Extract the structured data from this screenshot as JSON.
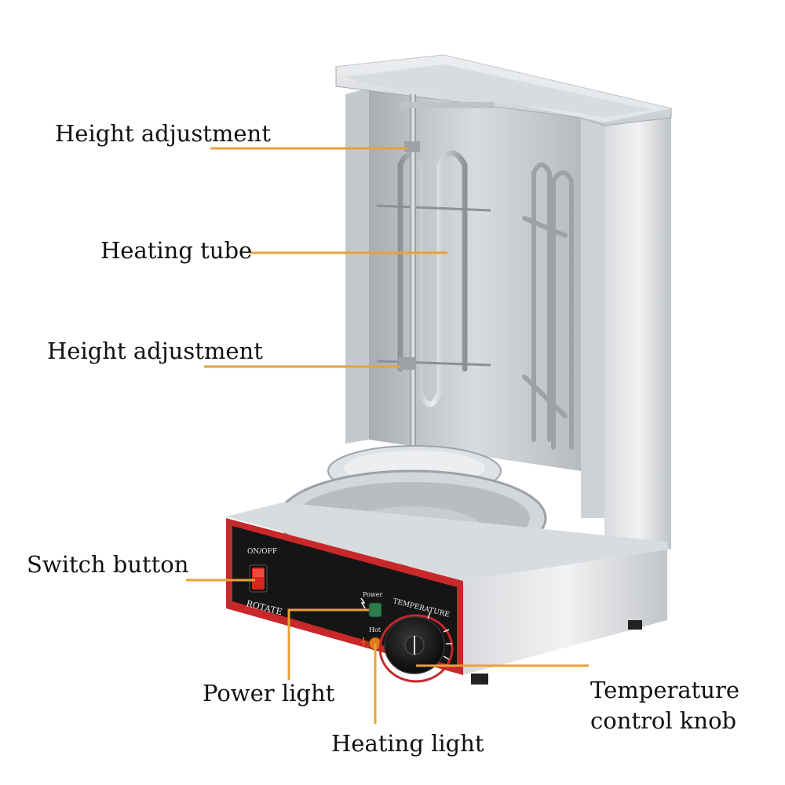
{
  "labels": {
    "height_adjustment_top": "Height adjustment",
    "heating_tube": "Heating tube",
    "height_adjustment_mid": "Height adjustment",
    "switch_button": "Switch button",
    "power_light": "Power light",
    "heating_light": "Heating light",
    "temperature_control_knob": "Temperature control knob"
  },
  "panel": {
    "on_off": "ON/OFF",
    "rotate": "ROTATE",
    "power": "Power",
    "temperature": "TEMPERATURE",
    "hot": "Hot"
  },
  "colors": {
    "leader_line": "#E8A13A",
    "steel_light": "#E3E4E6",
    "steel_dark": "#9A9DA1",
    "panel_black": "#151515",
    "panel_red": "#C8282A",
    "switch_red": "#D9261C",
    "power_green": "#2E7D4F",
    "heating_orange": "#E07A1E"
  },
  "icons": [
    "switch-icon",
    "power-indicator-icon",
    "heating-indicator-icon",
    "thermostat-knob-icon"
  ]
}
